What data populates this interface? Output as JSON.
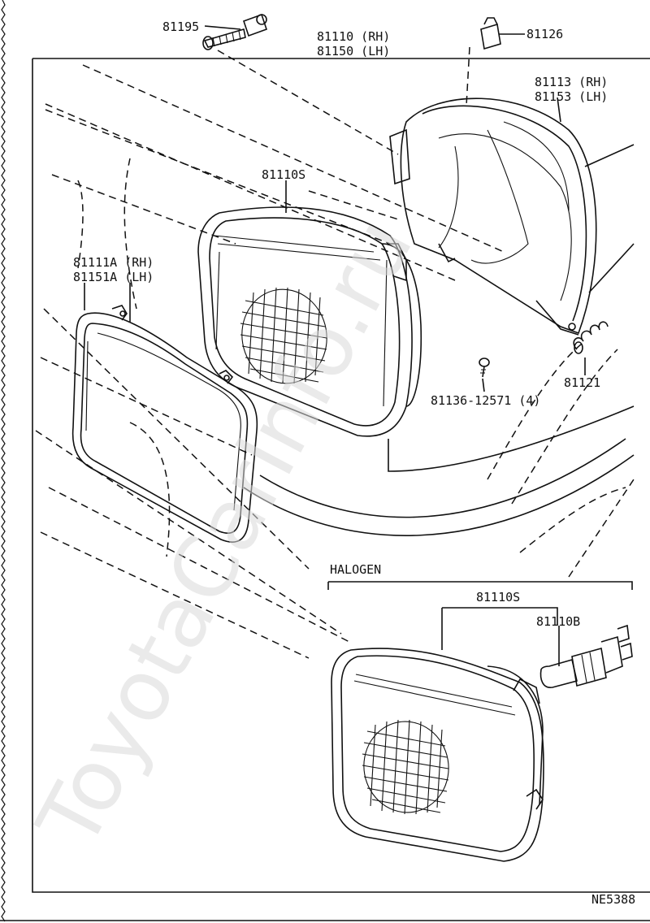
{
  "diagram": {
    "drawing_code": "NE5388",
    "halogen_box_title": "HALOGEN",
    "watermark": "ToyotaCarInfo.ru",
    "parts": [
      {
        "id": "p81195",
        "lines": [
          "81195"
        ]
      },
      {
        "id": "p81110",
        "lines": [
          "81110 (RH)",
          "81150 (LH)"
        ]
      },
      {
        "id": "p81126",
        "lines": [
          "81126"
        ]
      },
      {
        "id": "p81113",
        "lines": [
          "81113 (RH)",
          "81153 (LH)"
        ]
      },
      {
        "id": "p81110S_main",
        "lines": [
          "81110S"
        ]
      },
      {
        "id": "p81111A",
        "lines": [
          "81111A (RH)",
          "81151A (LH)"
        ]
      },
      {
        "id": "p81121",
        "lines": [
          "81121"
        ]
      },
      {
        "id": "p81136",
        "lines": [
          "81136-12571 (4)"
        ]
      },
      {
        "id": "p81110S_halogen",
        "lines": [
          "81110S"
        ]
      },
      {
        "id": "p81110B",
        "lines": [
          "81110B"
        ]
      }
    ]
  }
}
